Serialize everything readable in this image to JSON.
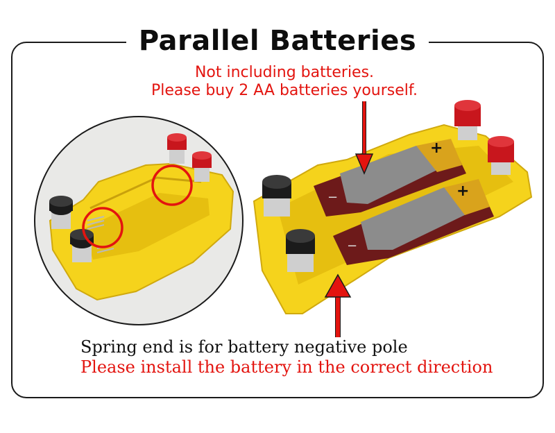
{
  "title": "Parallel Batteries",
  "notice": {
    "line1": "Not including batteries.",
    "line2": "Please buy 2 AA batteries yourself."
  },
  "instructions": {
    "line1": "Spring end is for battery negative pole",
    "line2": "Please install the battery in the correct direction"
  },
  "battery_signs": {
    "positive": "+",
    "negative": "−"
  },
  "colors": {
    "holder_yellow": "#f5d31c",
    "red_text": "#e3140f",
    "terminal_red": "#c8161d",
    "terminal_black": "#1b1b1b",
    "frame": "#1a1a1a"
  }
}
